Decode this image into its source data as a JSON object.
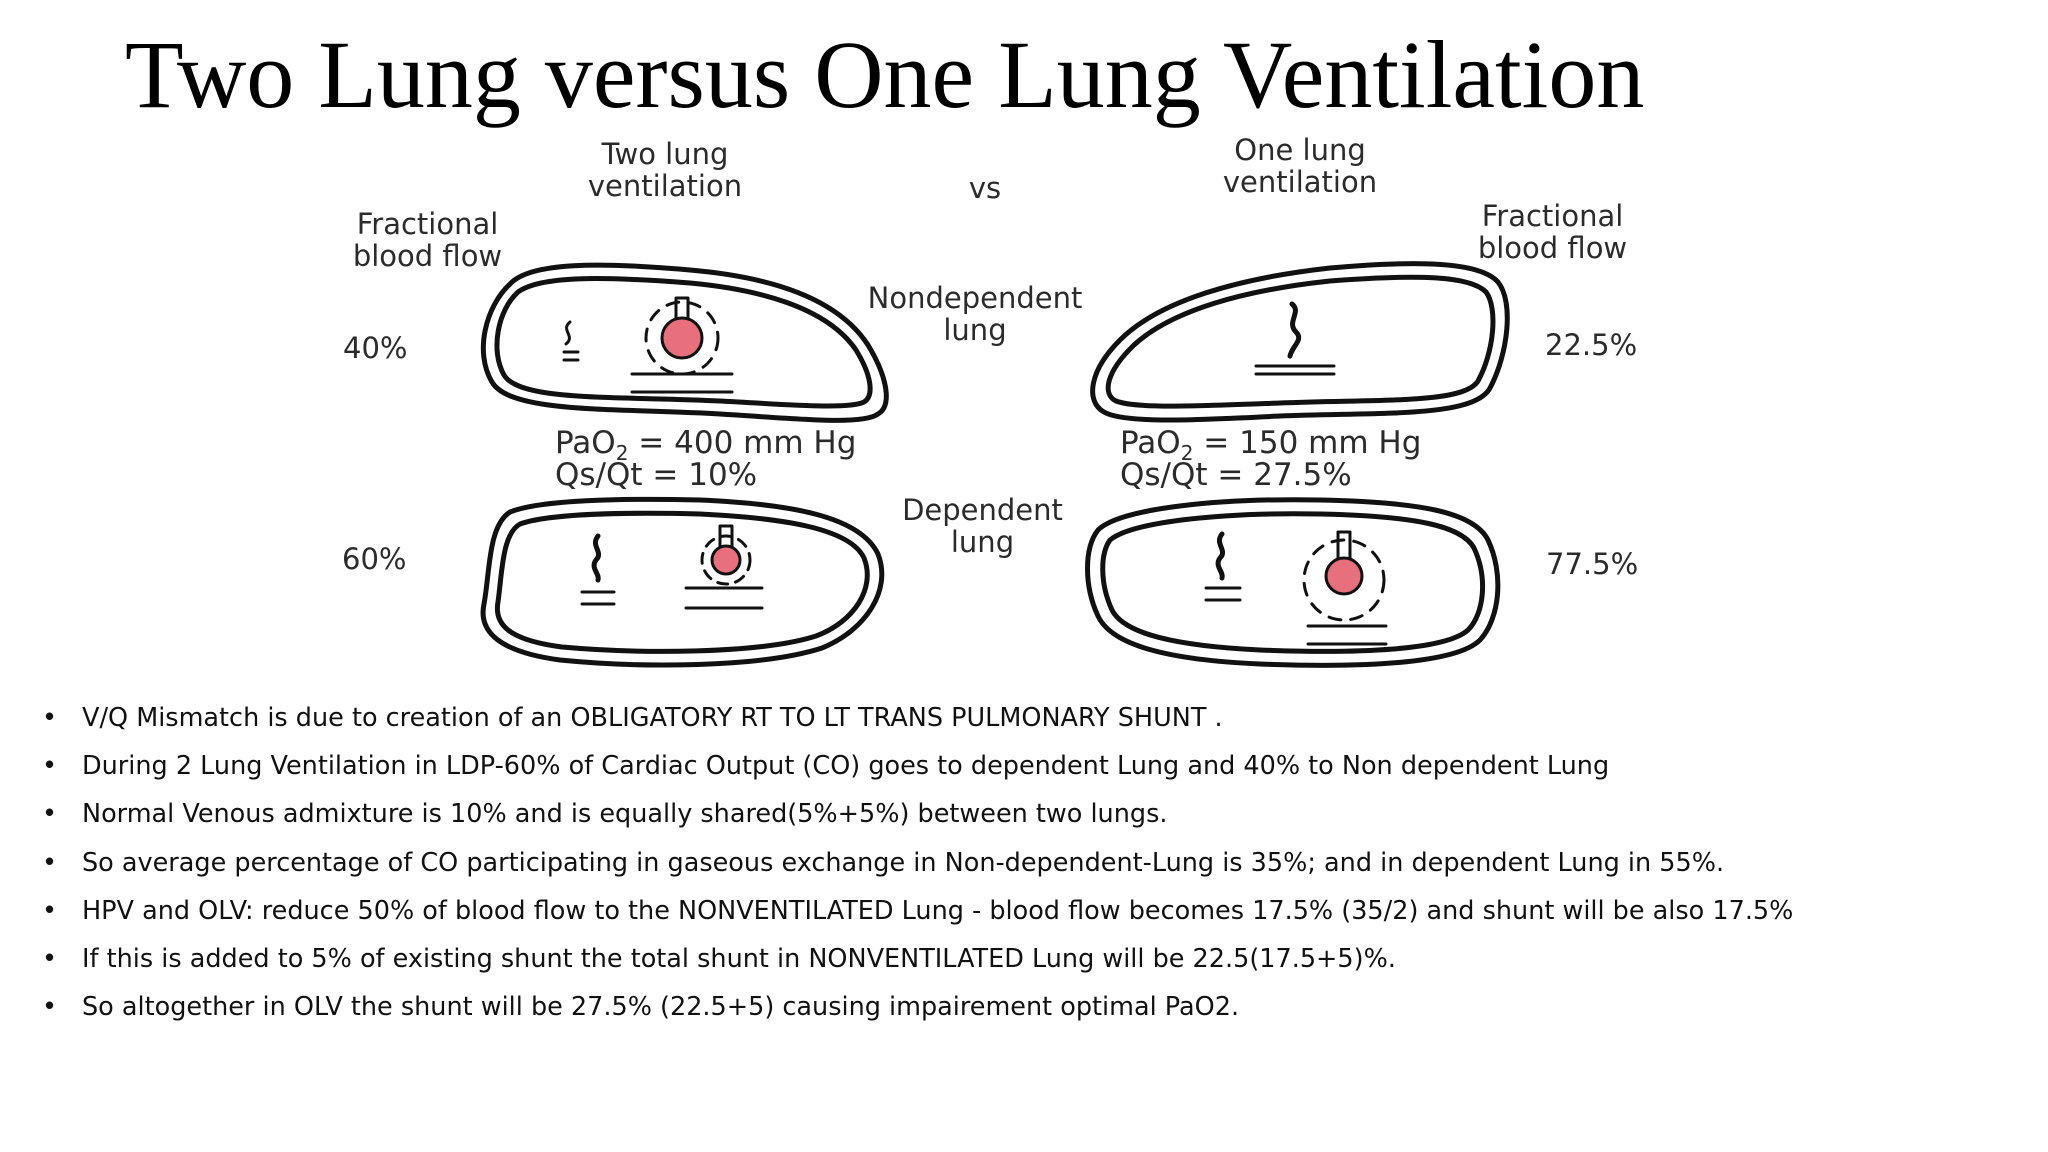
{
  "title": "Two Lung versus One Lung Ventilation",
  "diagram": {
    "left_header": "Two lung\nventilation",
    "vs": "vs",
    "right_header": "One lung\nventilation",
    "left_flow_label": "Fractional\nblood flow",
    "right_flow_label": "Fractional\nblood flow",
    "nondependent_label": "Nondependent\nlung",
    "dependent_label": "Dependent\nlung",
    "left_top_pct": "40%",
    "left_bottom_pct": "60%",
    "right_top_pct": "22.5%",
    "right_bottom_pct": "77.5%",
    "left_pao2_prefix": "PaO",
    "left_pao2_sub": "2",
    "left_pao2_value": " = 400 mm Hg",
    "left_qsqt": "Qs/Qt = 10%",
    "right_pao2_prefix": "PaO",
    "right_pao2_sub": "2",
    "right_pao2_value": " = 150 mm Hg",
    "right_qsqt": "Qs/Qt = 27.5%"
  },
  "bullets": [
    "V/Q Mismatch is due to creation of an OBLIGATORY RT TO LT TRANS PULMONARY SHUNT .",
    "During 2 Lung Ventilation in LDP-60% of Cardiac Output (CO) goes to dependent Lung and 40% to Non dependent Lung",
    "Normal Venous admixture is 10% and is equally shared(5%+5%) between two lungs.",
    "So average percentage of CO participating in gaseous exchange in Non-dependent-Lung is 35%; and in dependent Lung in 55%.",
    "HPV and  OLV: reduce 50% of blood flow to the NONVENTILATED Lung - blood flow becomes 17.5% (35/2) and shunt will be also 17.5%",
    "If this is added to 5% of existing shunt the total shunt in NONVENTILATED Lung will be 22.5(17.5+5)%.",
    "So altogether in OLV the shunt will be 27.5% (22.5+5) causing impairement optimal PaO2."
  ],
  "bullet_symbol": "•",
  "colors": {
    "alveolus": "#e8707c",
    "outline": "#111111"
  }
}
